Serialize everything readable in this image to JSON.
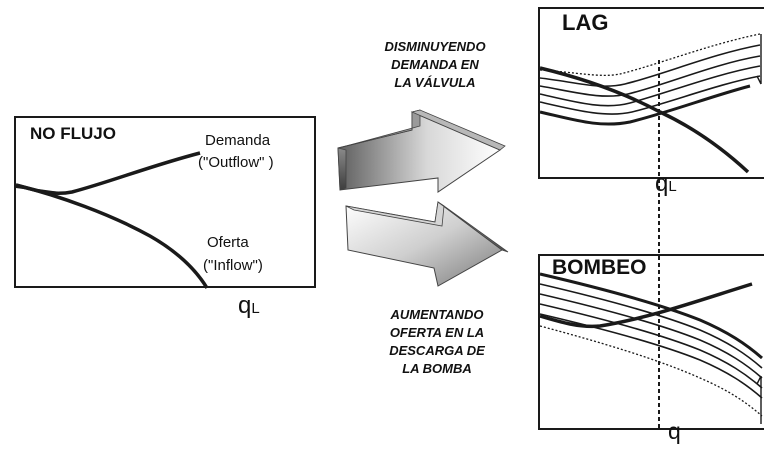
{
  "left_panel": {
    "title": "NO FLUJO",
    "demand_label_line1": "Demanda",
    "demand_label_line2": "(\"Outflow\" )",
    "supply_label_line1": "Oferta",
    "supply_label_line2": "(\"Inflow\")",
    "axis_label_main": "q",
    "axis_label_sub": "L"
  },
  "top_caption": {
    "line1": "DISMINUYENDO",
    "line2": "DEMANDA EN",
    "line3": "LA VÁLVULA"
  },
  "bottom_caption": {
    "line1": "AUMENTANDO",
    "line2": "OFERTA EN LA",
    "line3": "DESCARGA DE",
    "line4": "LA BOMBA"
  },
  "top_right_panel": {
    "title": "LAG",
    "axis_label_main": "q",
    "axis_label_sub": "L"
  },
  "bottom_right_panel": {
    "title": "BOMBEO",
    "axis_label_main": "q"
  },
  "colors": {
    "line": "#1a1a1a",
    "arrow_light": "#f2f2f2",
    "arrow_dark": "#6e6e6e"
  }
}
